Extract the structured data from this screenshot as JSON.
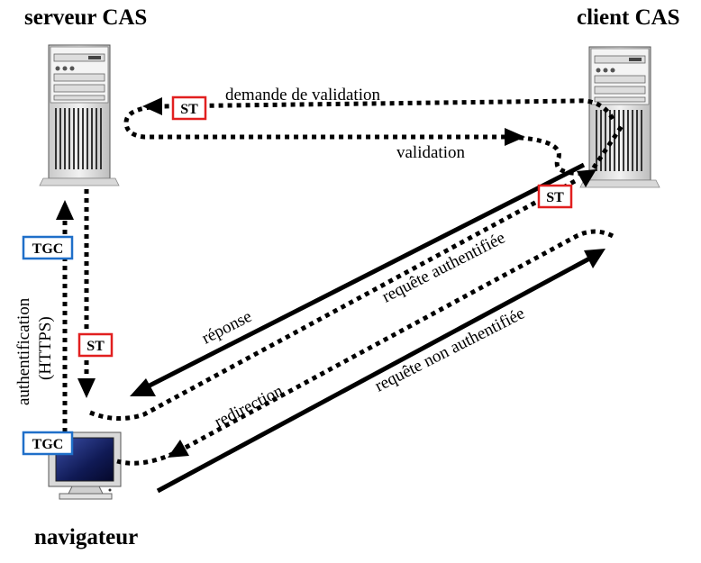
{
  "nodes": {
    "server": {
      "label": "serveur CAS",
      "icon": "server-tower-icon"
    },
    "client": {
      "label": "client CAS",
      "icon": "server-tower-icon"
    },
    "browser": {
      "label": "navigateur",
      "icon": "monitor-icon"
    }
  },
  "flows": {
    "validation_request": "demande de validation",
    "validation": "validation",
    "response": "réponse",
    "authenticated_request": "requête authentifiée",
    "unauthenticated_request": "requête non authentifiée",
    "redirection": "redirection",
    "authentication_line1": "authentification",
    "authentication_line2": "(HTTPS)"
  },
  "tokens": {
    "st": "ST",
    "tgc": "TGC",
    "st_color": "#e11f1f",
    "tgc_color": "#1f6fc9"
  }
}
